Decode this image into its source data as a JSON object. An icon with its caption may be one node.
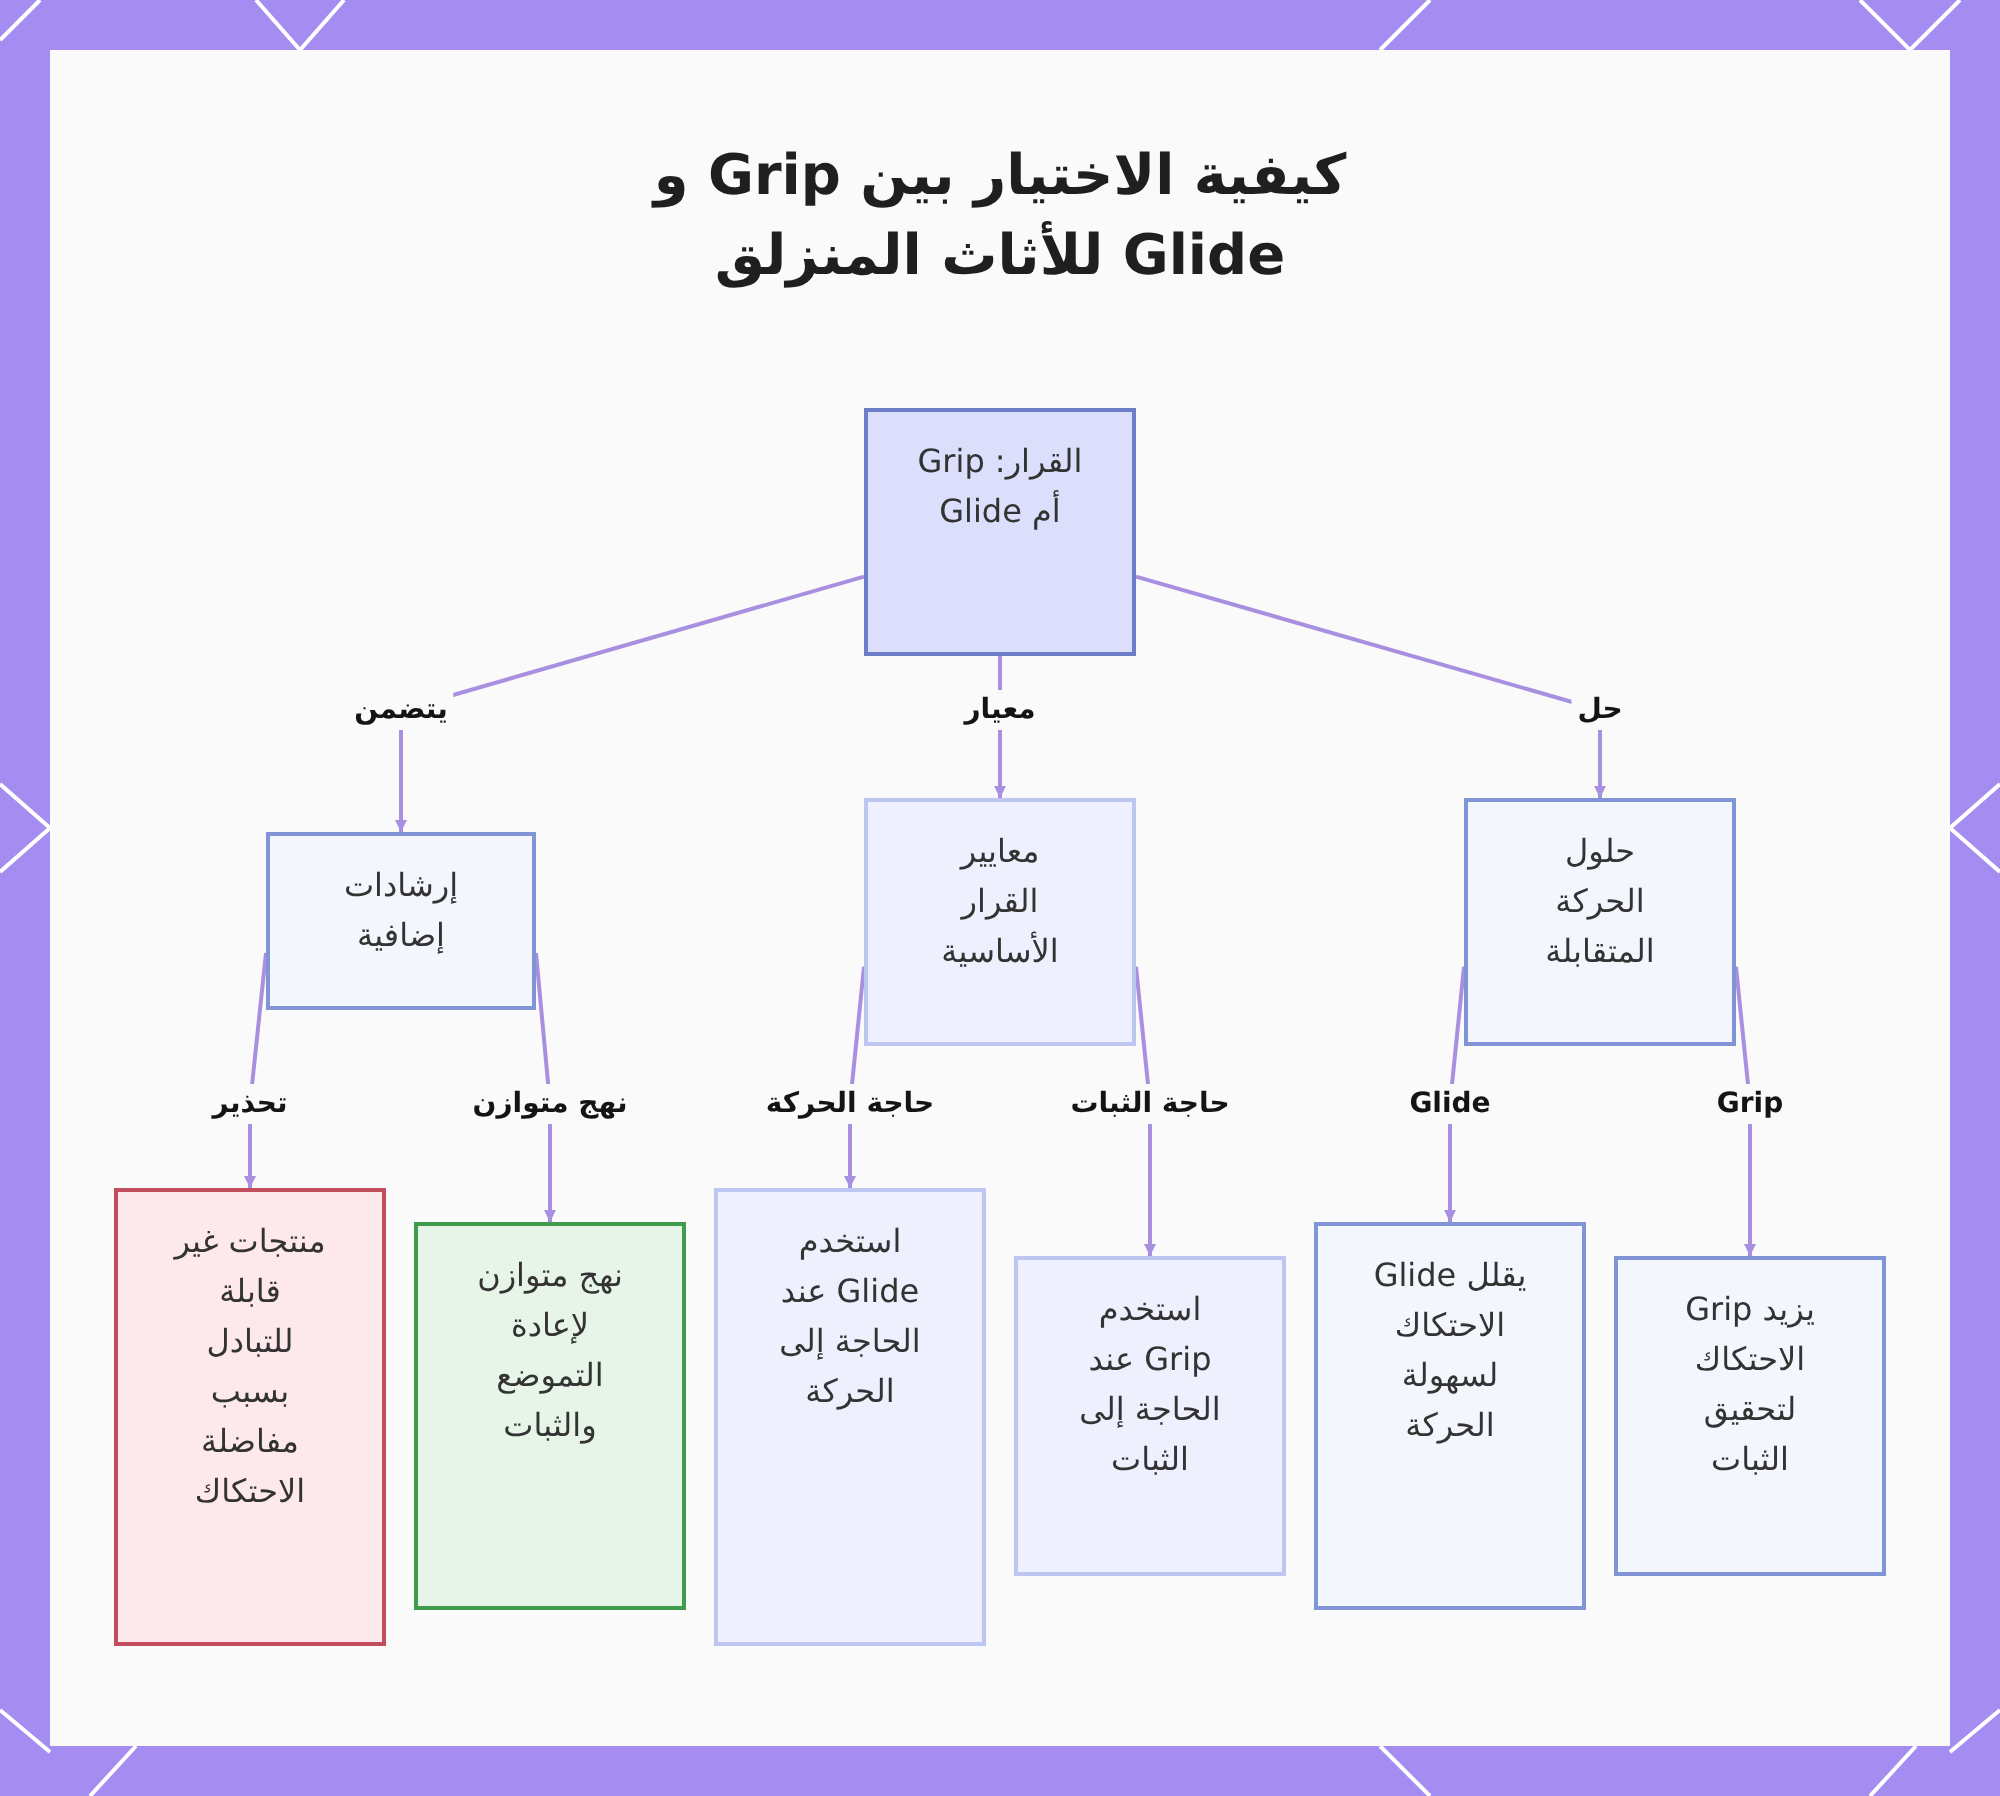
{
  "diagram": {
    "title": "كيفية الاختيار بين Grip و Glide للأثاث المنزلق",
    "nodes": [
      {
        "text": [
          "القرار: Grip أم Glide"
        ]
      },
      {
        "text": [
          "حلول الحركة المتقابلة"
        ]
      },
      {
        "text": [
          "معايير القرار الأساسية"
        ]
      },
      {
        "text": [
          "إرشادات إضافية"
        ]
      },
      {
        "text": [
          "يزيد Grip الاحتكاك لتحقيق الثبات"
        ]
      },
      {
        "text": [
          "يقلل Glide الاحتكاك لسهولة الحركة"
        ]
      },
      {
        "text": [
          "استخدم Grip عند الحاجة إلى الثبات"
        ]
      },
      {
        "text": [
          "استخدم Glide عند الحاجة إلى الحركة"
        ]
      },
      {
        "text": [
          "نهج متوازن لإعادة التموضع والثبات"
        ]
      },
      {
        "text": [
          "منتجات غير قابلة للتبادل بسبب مفاضلة الاحتكاك"
        ]
      }
    ],
    "edges": [
      {
        "from": 0,
        "to": 1,
        "arrow": "to",
        "label": "حل"
      },
      {
        "from": 0,
        "to": 2,
        "arrow": "to",
        "label": "معيار"
      },
      {
        "from": 0,
        "to": 3,
        "arrow": "to",
        "label": "يتضمن"
      },
      {
        "from": 1,
        "to": 4,
        "arrow": "to",
        "label": "Grip"
      },
      {
        "from": 1,
        "to": 5,
        "arrow": "to",
        "label": "Glide"
      },
      {
        "from": 2,
        "to": 6,
        "arrow": "to",
        "label": "حاجة الثبات"
      },
      {
        "from": 2,
        "to": 7,
        "arrow": "to",
        "label": "حاجة الحركة"
      },
      {
        "from": 3,
        "to": 8,
        "arrow": "to",
        "label": "نهج متوازن"
      },
      {
        "from": 3,
        "to": 9,
        "arrow": "to",
        "label": "تحذير"
      }
    ]
  }
}
